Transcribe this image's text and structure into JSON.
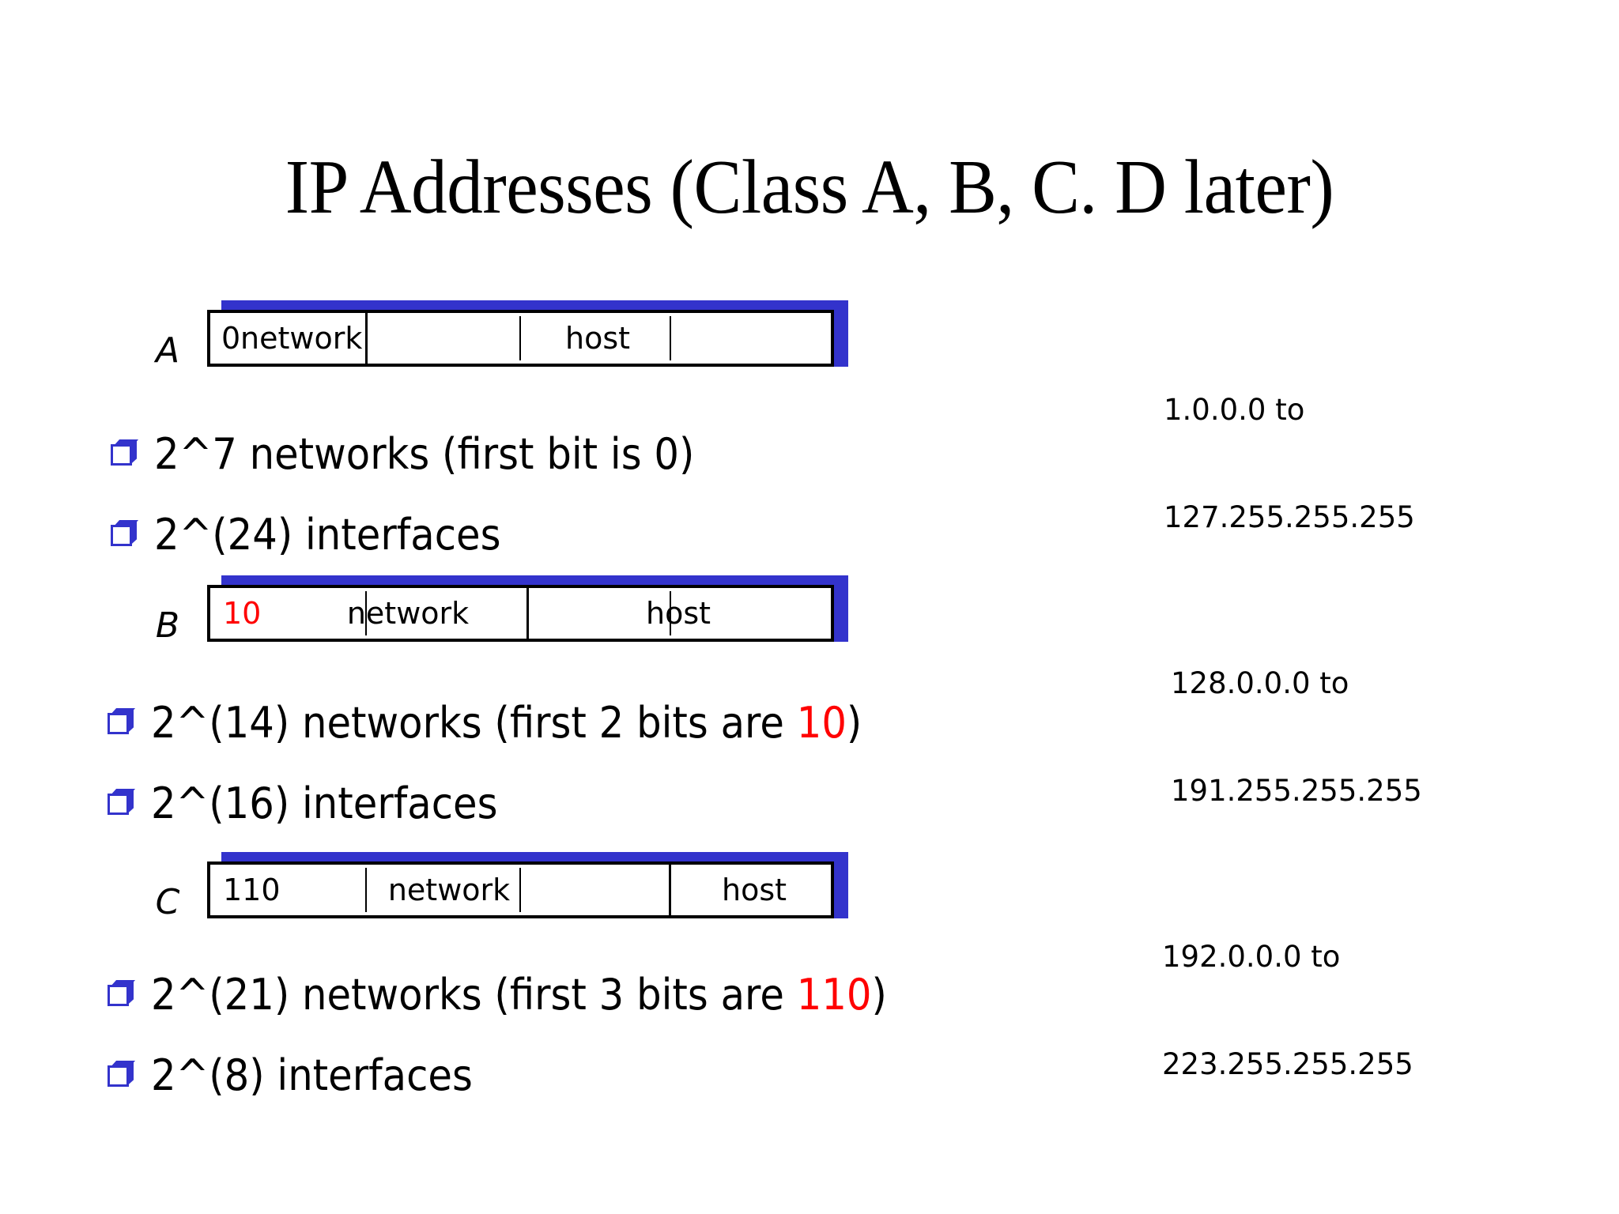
{
  "slide": {
    "title": "IP Addresses (Class A, B, C. D later)",
    "background_color": "#ffffff",
    "accent_color": "#3333cc",
    "highlight_color": "#ff0000"
  },
  "classes": [
    {
      "letter": "A",
      "prefix_bits": "0",
      "prefix_color": "#000000",
      "network_label": "network",
      "host_label": "host",
      "range_line1": "1.0.0.0 to",
      "range_line2": "127.255.255.255"
    },
    {
      "letter": "B",
      "prefix_bits": "10",
      "prefix_color": "#ff0000",
      "network_label": "network",
      "host_label": "host",
      "range_line1": "128.0.0.0 to",
      "range_line2": "191.255.255.255"
    },
    {
      "letter": "C",
      "prefix_bits": "110",
      "prefix_color": "#000000",
      "network_label": "network",
      "host_label": "host",
      "range_line1": "192.0.0.0 to",
      "range_line2": "223.255.255.255"
    }
  ],
  "bullets": {
    "a1": {
      "text": "2^7 networks (first bit is 0)"
    },
    "a2": {
      "text": "2^(24) interfaces"
    },
    "b1_pre": {
      "text": "2^(14) networks (first 2 bits  are "
    },
    "b1_red": {
      "text": "10"
    },
    "b1_post": {
      "text": ")"
    },
    "b2": {
      "text": "2^(16) interfaces"
    },
    "c1_pre": {
      "text": "2^(21) networks (first 3 bits  are "
    },
    "c1_red": {
      "text": "110"
    },
    "c1_post": {
      "text": ")"
    },
    "c2": {
      "text": "2^(8) interfaces"
    }
  }
}
